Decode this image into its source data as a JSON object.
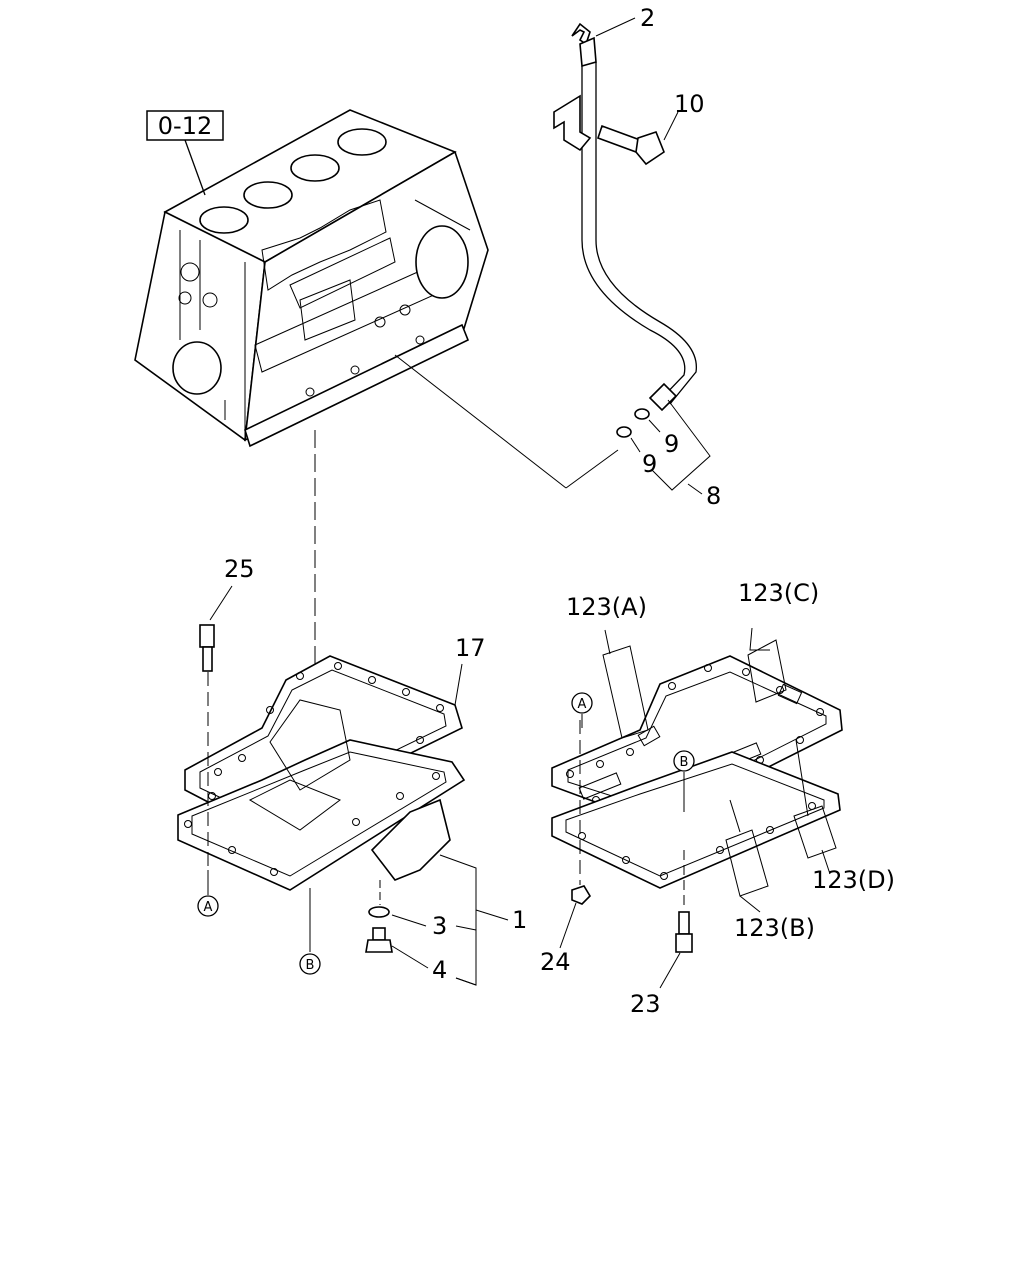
{
  "reference_box": "0-12",
  "callouts": {
    "c1": "1",
    "c2": "2",
    "c3": "3",
    "c4": "4",
    "c8": "8",
    "c9a": "9",
    "c9b": "9",
    "c10": "10",
    "c17": "17",
    "c23": "23",
    "c24": "24",
    "c25": "25",
    "c123a": "123(A)",
    "c123b": "123(B)",
    "c123c": "123(C)",
    "c123d": "123(D)"
  },
  "markers": {
    "a_left": "A",
    "b_left": "B",
    "a_right": "A",
    "b_right": "B"
  }
}
